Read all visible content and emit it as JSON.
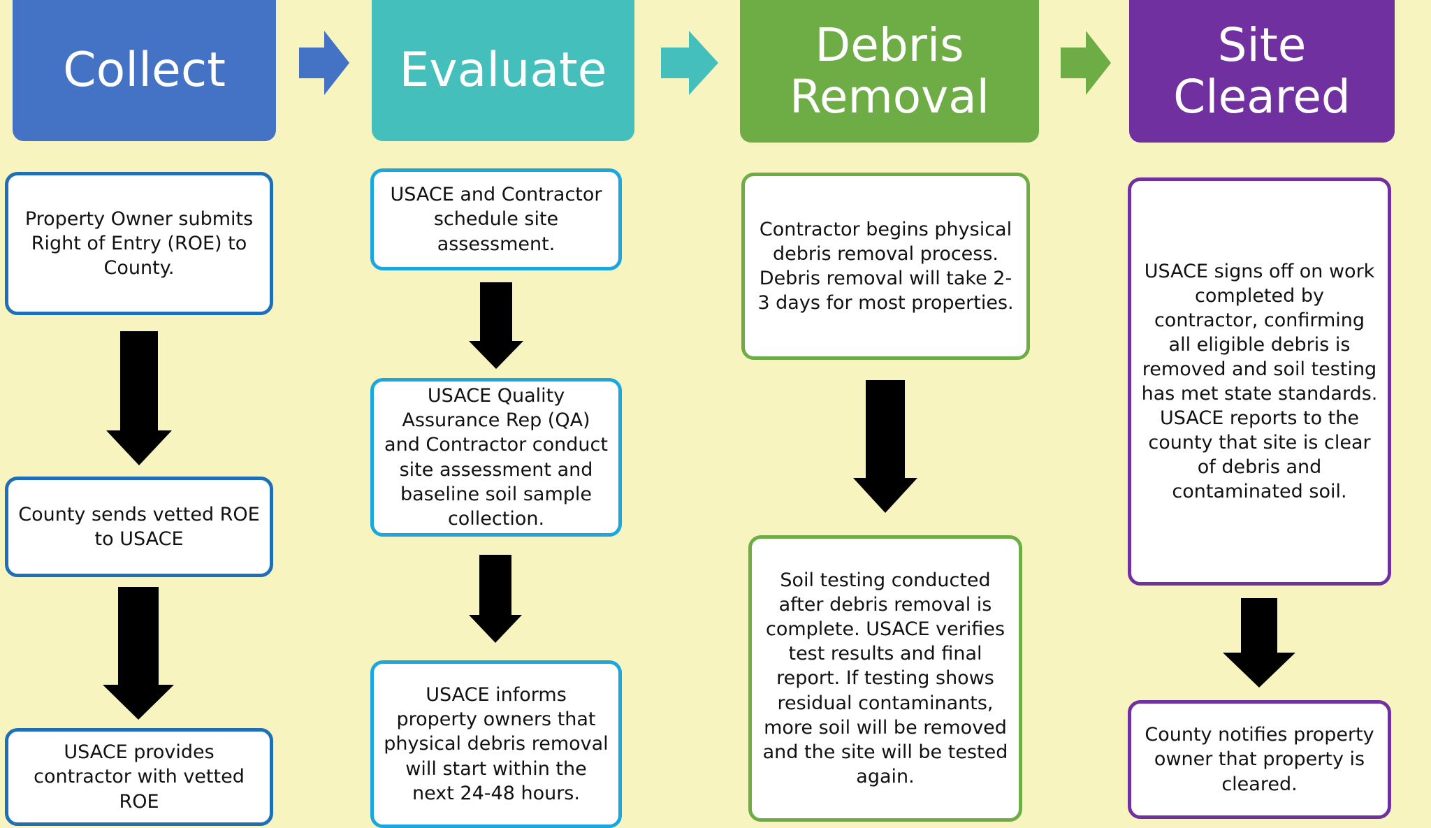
{
  "columns": [
    {
      "header": "Collect",
      "header_color": "#4472c4",
      "border_color": "#1f6fb7",
      "steps": [
        "Property Owner submits Right of Entry (ROE) to County.",
        "County sends vetted ROE to USACE",
        "USACE provides contractor with vetted ROE"
      ]
    },
    {
      "header": "Evaluate",
      "header_color": "#45bfbc",
      "border_color": "#1aa7e0",
      "steps": [
        "USACE and Contractor schedule site assessment.",
        "USACE Quality Assurance Rep (QA) and Contractor conduct site assessment and baseline soil sample collection.",
        "USACE informs property owners that physical debris removal will start within the next 24-48 hours."
      ]
    },
    {
      "header": "Debris\nRemoval",
      "header_color": "#6eac46",
      "border_color": "#6eac46",
      "steps": [
        "Contractor begins physical debris removal process. Debris removal will take 2-3 days for most properties.",
        "Soil testing conducted after debris removal is complete. USACE verifies test results and final report.  If testing shows residual contaminants, more soil will be removed and the site will be tested again."
      ]
    },
    {
      "header": "Site\nCleared",
      "header_color": "#7030a0",
      "border_color": "#7030a0",
      "steps": [
        "USACE signs off on work completed by contractor, confirming all eligible debris is removed and soil testing has met state standards. USACE reports to the county that site is clear of debris and contaminated soil.",
        "County notifies property owner that property is cleared."
      ]
    }
  ],
  "connector_arrows": [
    {
      "icon": "right-arrow-icon",
      "color": "#4472c4"
    },
    {
      "icon": "right-arrow-icon",
      "color": "#45bfbc"
    },
    {
      "icon": "right-arrow-icon",
      "color": "#6eac46"
    }
  ],
  "flow_arrow_color": "#000000"
}
